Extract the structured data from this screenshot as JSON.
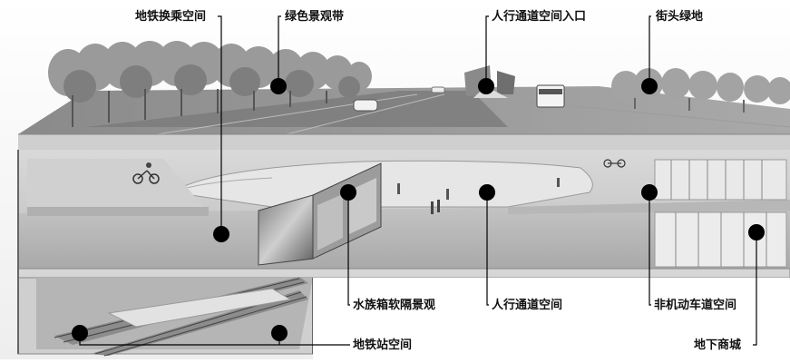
{
  "labels": {
    "subway_transfer": "地铁换乘空间",
    "green_belt": "绿色景观带",
    "ped_entrance": "人行通道空间入口",
    "street_green": "街头绿地",
    "aquarium": "水族箱软隔景观",
    "ped_space": "人行通道空间",
    "nonmotor": "非机动车道空间",
    "subway_station": "地铁站空间",
    "underground_mall": "地下商城"
  }
}
